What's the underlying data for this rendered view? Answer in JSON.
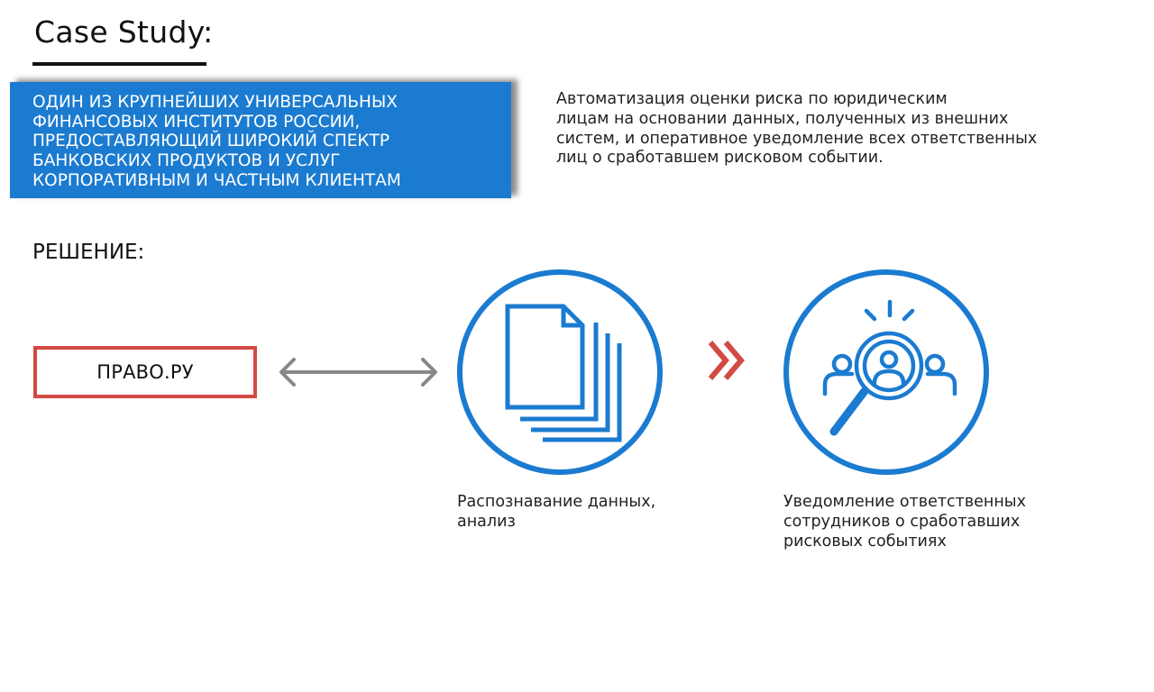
{
  "header": {
    "title": "Case Study:"
  },
  "client": {
    "description": "ОДИН ИЗ КРУПНЕЙШИХ УНИВЕРСАЛЬНЫХ\nФИНАНСОВЫХ ИНСТИТУТОВ РОССИИ,\nПРЕДОСТАВЛЯЮЩИЙ ШИРОКИЙ СПЕКТР\nБАНКОВСКИХ ПРОДУКТОВ И УСЛУГ\nКОРПОРАТИВНЫМ И ЧАСТНЫМ КЛИЕНТАМ"
  },
  "task": {
    "description": "Автоматизация оценки риска по юридическим\nлицам на основании данных, полученных из внешних\nсистем, и оперативное уведомление всех ответственных\nлиц о сработавшем рисковом событии."
  },
  "solution": {
    "heading": "РЕШЕНИЕ:",
    "source_label": "ПРАВО.РУ",
    "steps": [
      {
        "icon": "documents-icon",
        "caption": "Распознавание данных,\nанализ"
      },
      {
        "icon": "magnifier-people-icon",
        "caption": "Уведомление ответственных\nсотрудников о сработавших\nрисковых событиях"
      }
    ]
  },
  "colors": {
    "brand_blue": "#1b7bd0",
    "accent_red": "#d24a44",
    "arrow_gray": "#888888",
    "text_dark": "#222222"
  }
}
